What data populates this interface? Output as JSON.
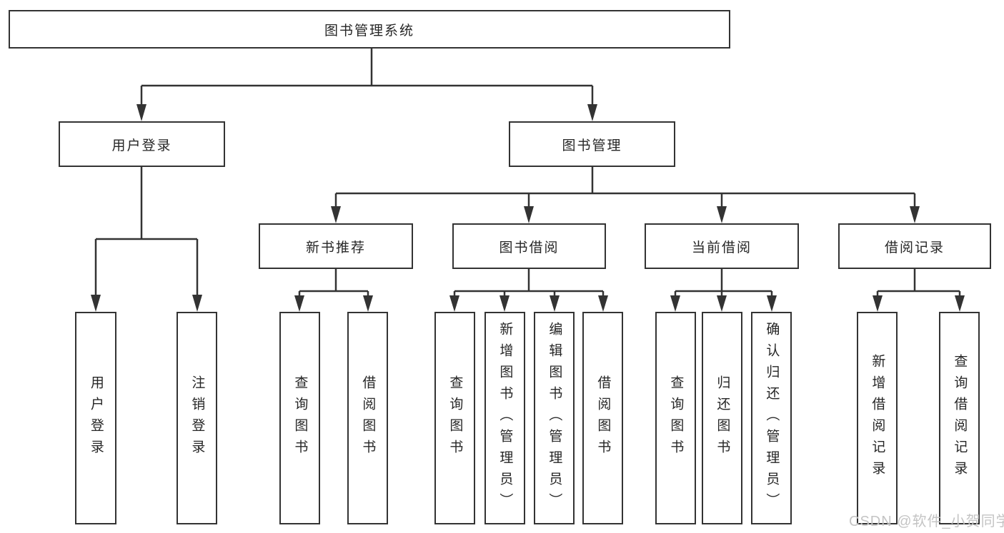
{
  "tree": {
    "root": {
      "label": "图书管理系统"
    },
    "children": [
      {
        "label": "用户登录",
        "children": [
          {
            "label": "用户登录"
          },
          {
            "label": "注销登录"
          }
        ]
      },
      {
        "label": "图书管理",
        "children": [
          {
            "label": "新书推荐",
            "children": [
              {
                "label": "查询图书"
              },
              {
                "label": "借阅图书"
              }
            ]
          },
          {
            "label": "图书借阅",
            "children": [
              {
                "label": "查询图书"
              },
              {
                "label": "新增图书（管理员）"
              },
              {
                "label": "编辑图书（管理员）"
              },
              {
                "label": "借阅图书"
              }
            ]
          },
          {
            "label": "当前借阅",
            "children": [
              {
                "label": "查询图书"
              },
              {
                "label": "归还图书"
              },
              {
                "label": "确认归还（管理员）"
              }
            ]
          },
          {
            "label": "借阅记录",
            "children": [
              {
                "label": "新增借阅记录"
              },
              {
                "label": "查询借阅记录"
              }
            ]
          }
        ]
      }
    ]
  },
  "watermark": {
    "text": "CSDN @软件_小贺同学"
  },
  "colors": {
    "line": "#333333",
    "border": "#333333",
    "text": "#262626",
    "background": "#ffffff",
    "watermark": "#c4c4c4"
  }
}
